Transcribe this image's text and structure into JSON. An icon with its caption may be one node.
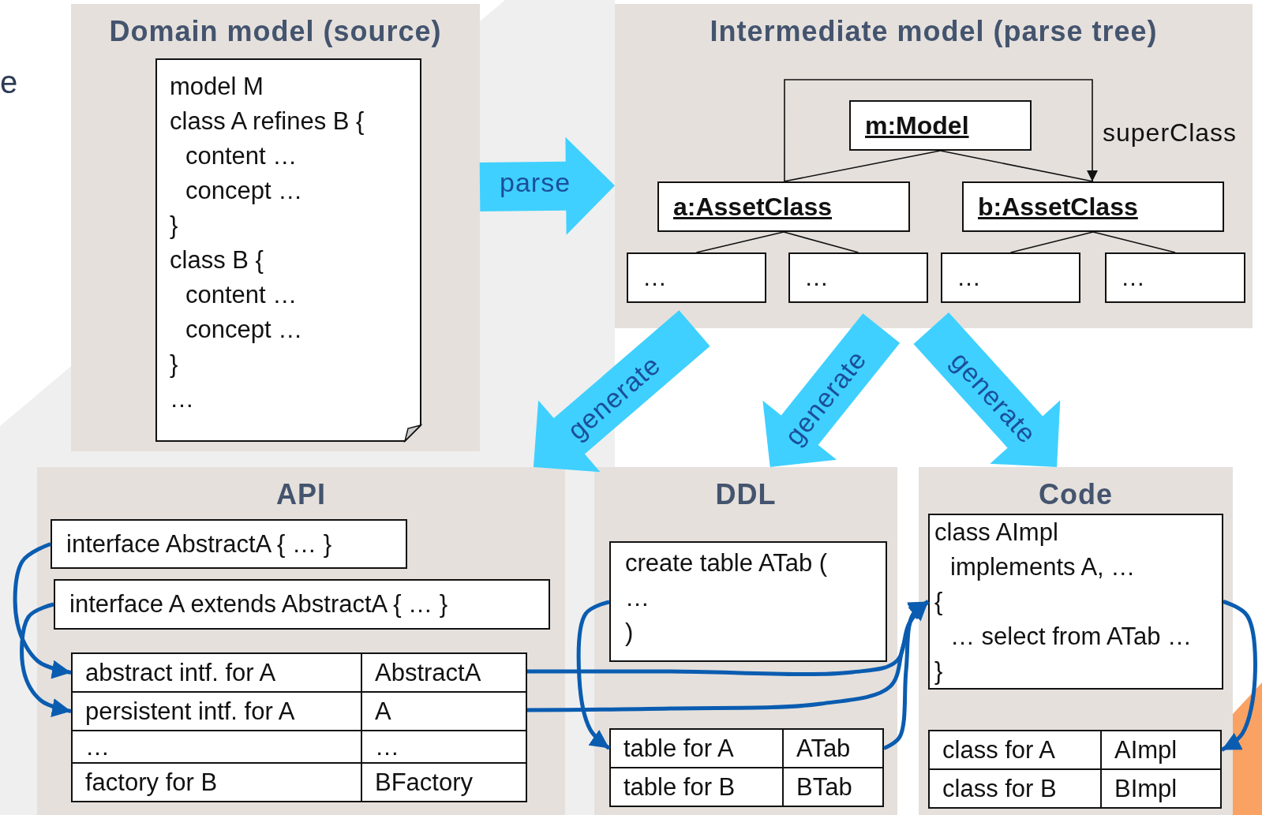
{
  "diagram": {
    "nodes": [
      {
        "text": [
          "Domain model (source)"
        ]
      },
      {
        "text": [
          "model M",
          "class A refines B {",
          "content …",
          "concept …",
          "}",
          "class B {",
          "content …",
          "concept …",
          "}",
          "…"
        ],
        "in": 0
      },
      {
        "text": [
          "Intermediate model (parse tree)"
        ]
      },
      {
        "text": [
          "m:Model"
        ],
        "in": 2
      },
      {
        "text": [
          "a:AssetClass"
        ],
        "in": 2
      },
      {
        "text": [
          "b:AssetClass"
        ],
        "in": 2
      },
      {
        "text": [
          "…"
        ],
        "in": 2
      },
      {
        "text": [
          "…"
        ],
        "in": 2
      },
      {
        "text": [
          "…"
        ],
        "in": 2
      },
      {
        "text": [
          "…"
        ],
        "in": 2
      },
      {
        "text": [
          "API"
        ]
      },
      {
        "text": [
          "interface AbstractA { … }"
        ],
        "in": 10
      },
      {
        "text": [
          "interface A extends AbstractA { … }"
        ],
        "in": 10
      },
      {
        "text": [
          "abstract intf. for A",
          "AbstractA"
        ],
        "in": 10
      },
      {
        "text": [
          "persistent intf. for A",
          "A"
        ],
        "in": 10
      },
      {
        "text": [
          "…",
          "…"
        ],
        "in": 10
      },
      {
        "text": [
          "factory for B",
          "BFactory"
        ],
        "in": 10
      },
      {
        "text": [
          "DDL"
        ]
      },
      {
        "text": [
          "create table ATab (",
          "…",
          ")"
        ],
        "in": 17
      },
      {
        "text": [
          "table for A",
          "ATab"
        ],
        "in": 17
      },
      {
        "text": [
          "table for B",
          "BTab"
        ],
        "in": 17
      },
      {
        "text": [
          "Code"
        ]
      },
      {
        "text": [
          "class AImpl",
          "implements A, …",
          "{",
          "… select from ATab …",
          "}"
        ],
        "in": 21
      },
      {
        "text": [
          "class for A",
          "AImpl"
        ],
        "in": 21
      },
      {
        "text": [
          "class for B",
          "BImpl"
        ],
        "in": 21
      }
    ],
    "edges": [
      {
        "from": 3,
        "to": 4,
        "arrow": "none"
      },
      {
        "from": 3,
        "to": 5,
        "arrow": "none"
      },
      {
        "from": 4,
        "to": 5,
        "arrow": "to",
        "label": "superClass"
      },
      {
        "from": 4,
        "to": 6,
        "arrow": "none"
      },
      {
        "from": 4,
        "to": 7,
        "arrow": "none"
      },
      {
        "from": 5,
        "to": 8,
        "arrow": "none"
      },
      {
        "from": 5,
        "to": 9,
        "arrow": "none"
      },
      {
        "from": 0,
        "to": 2,
        "arrow": "to",
        "label": "parse",
        "style": "thick",
        "color": "#3fd0ff"
      },
      {
        "from": 2,
        "to": 10,
        "arrow": "to",
        "label": "generate",
        "style": "thick",
        "color": "#3fd0ff"
      },
      {
        "from": 2,
        "to": 17,
        "arrow": "to",
        "label": "generate",
        "style": "thick",
        "color": "#3fd0ff"
      },
      {
        "from": 2,
        "to": 21,
        "arrow": "to",
        "label": "generate",
        "style": "thick",
        "color": "#3fd0ff"
      },
      {
        "from": 11,
        "to": 13,
        "arrow": "to",
        "style": "thick",
        "color": "#0a5cb0"
      },
      {
        "from": 12,
        "to": 14,
        "arrow": "to",
        "style": "thick",
        "color": "#0a5cb0"
      },
      {
        "from": 13,
        "to": 22,
        "arrow": "to",
        "style": "thick",
        "color": "#0a5cb0"
      },
      {
        "from": 14,
        "to": 22,
        "arrow": "to",
        "style": "thick",
        "color": "#0a5cb0"
      },
      {
        "from": 18,
        "to": 19,
        "arrow": "to",
        "style": "thick",
        "color": "#0a5cb0"
      },
      {
        "from": 19,
        "to": 22,
        "arrow": "to",
        "style": "thick",
        "color": "#0a5cb0"
      },
      {
        "from": 22,
        "to": 23,
        "arrow": "to",
        "style": "thick",
        "color": "#0a5cb0"
      }
    ],
    "labels": [
      "e"
    ]
  }
}
